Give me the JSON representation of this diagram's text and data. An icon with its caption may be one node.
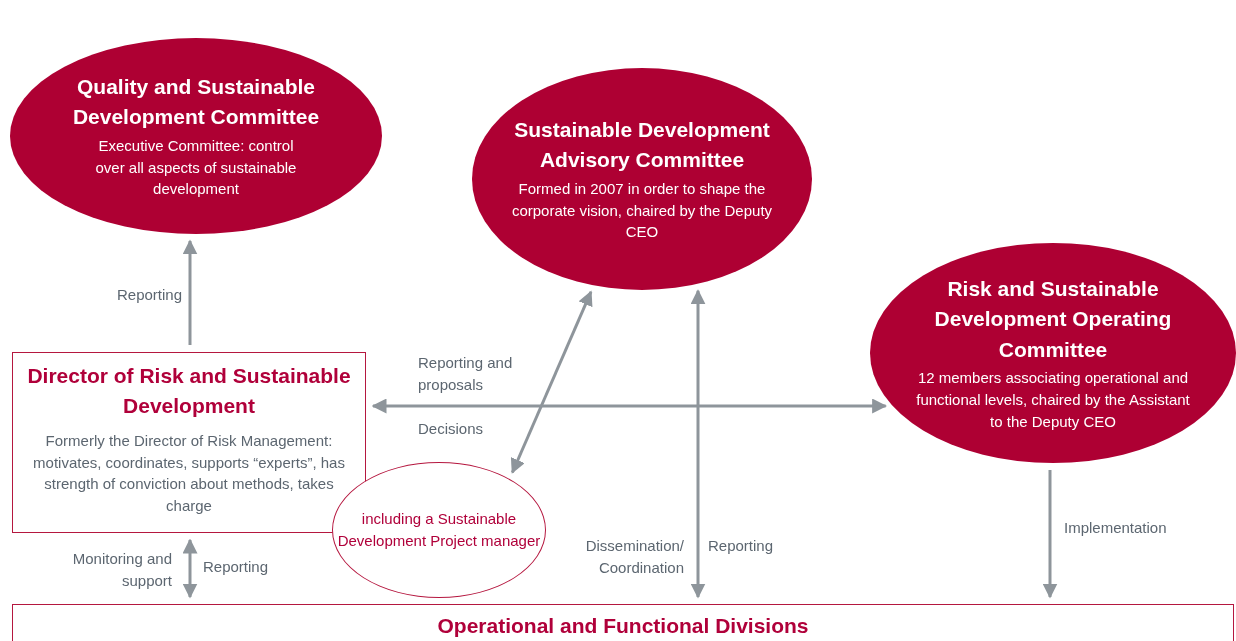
{
  "diagram": {
    "nodes": [
      {
        "text": [
          "Quality and Sustainable Development Committee",
          "Executive Committee: control over all aspects of sustainable development"
        ]
      },
      {
        "text": [
          "Sustainable Development Advisory Committee",
          "Formed in 2007 in order to shape the corporate vision, chaired by the Deputy CEO"
        ]
      },
      {
        "text": [
          "Risk and Sustainable Development Operating Committee",
          "12 members associating operational and functional levels, chaired by the Assistant to the Deputy CEO"
        ]
      },
      {
        "text": [
          "Director of Risk and Sustainable Development",
          "Formerly the Director of Risk Management: motivates, coordinates, supports “experts”, has strength of conviction about methods, takes charge"
        ]
      },
      {
        "text": [
          "including a Sustainable Development Project manager"
        ]
      },
      {
        "text": [
          "Operational and Functional Divisions"
        ]
      }
    ],
    "edges": [
      {
        "from": 3,
        "to": 0,
        "arrow": "to",
        "label": "Reporting"
      },
      {
        "from": 3,
        "to": 2,
        "arrow": "both",
        "label": "Reporting and proposals"
      },
      {
        "from": 1,
        "to": 4,
        "arrow": "both"
      },
      {
        "from": 1,
        "to": 5,
        "arrow": "both",
        "label": "Reporting"
      },
      {
        "from": 2,
        "to": 5,
        "arrow": "to",
        "label": "Implementation"
      },
      {
        "from": 3,
        "to": 5,
        "arrow": "both",
        "label": "Reporting"
      }
    ],
    "labels": [
      "Decisions",
      "Dissemination/ Coordination",
      "Monitoring and support"
    ]
  }
}
